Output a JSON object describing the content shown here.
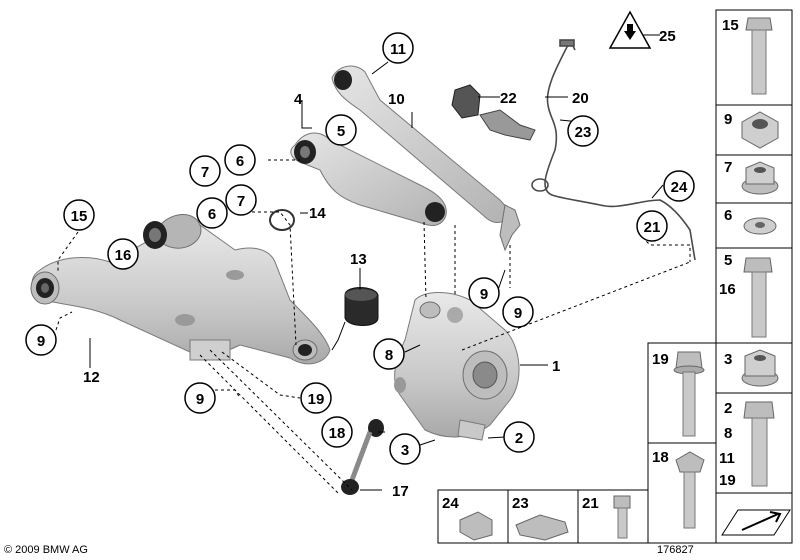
{
  "footer": {
    "copyright": "© 2009 BMW AG",
    "diagram_number": "176827"
  },
  "callouts": {
    "c11": "11",
    "c10": "10",
    "c4": "4",
    "c5": "5",
    "c7a": "7",
    "c6a": "6",
    "c7b": "7",
    "c6b": "6",
    "c14": "14",
    "c15": "15",
    "c16": "16",
    "c12": "12",
    "c9a": "9",
    "c13": "13",
    "c9b": "9",
    "c9c": "9",
    "c8": "8",
    "c1": "1",
    "c9d": "9",
    "c19": "19",
    "c18": "18",
    "c3": "3",
    "c2": "2",
    "c17": "17",
    "c25": "25",
    "c22": "22",
    "c20": "20",
    "c23": "23",
    "c24": "24",
    "c21": "21"
  },
  "parts_column": [
    {
      "labels": [
        "15"
      ]
    },
    {
      "labels": [
        "9"
      ]
    },
    {
      "labels": [
        "7"
      ]
    },
    {
      "labels": [
        "6"
      ]
    },
    {
      "labels": [
        "5",
        "16"
      ]
    },
    {
      "labels": [
        "3"
      ]
    },
    {
      "labels": [
        "2",
        "8",
        "11",
        "19"
      ]
    }
  ],
  "parts_middle": [
    {
      "labels": [
        "19"
      ]
    },
    {
      "labels": [
        "18"
      ]
    }
  ],
  "parts_bottom": [
    {
      "labels": [
        "24"
      ]
    },
    {
      "labels": [
        "23"
      ]
    },
    {
      "labels": [
        "21"
      ]
    }
  ],
  "icons": {
    "warning": "electrical-warning-icon",
    "arrow": "forward-arrow-icon"
  },
  "colors": {
    "part_fill": "#d7d7d7",
    "part_dark": "#9a9a9a",
    "line": "#000000"
  }
}
